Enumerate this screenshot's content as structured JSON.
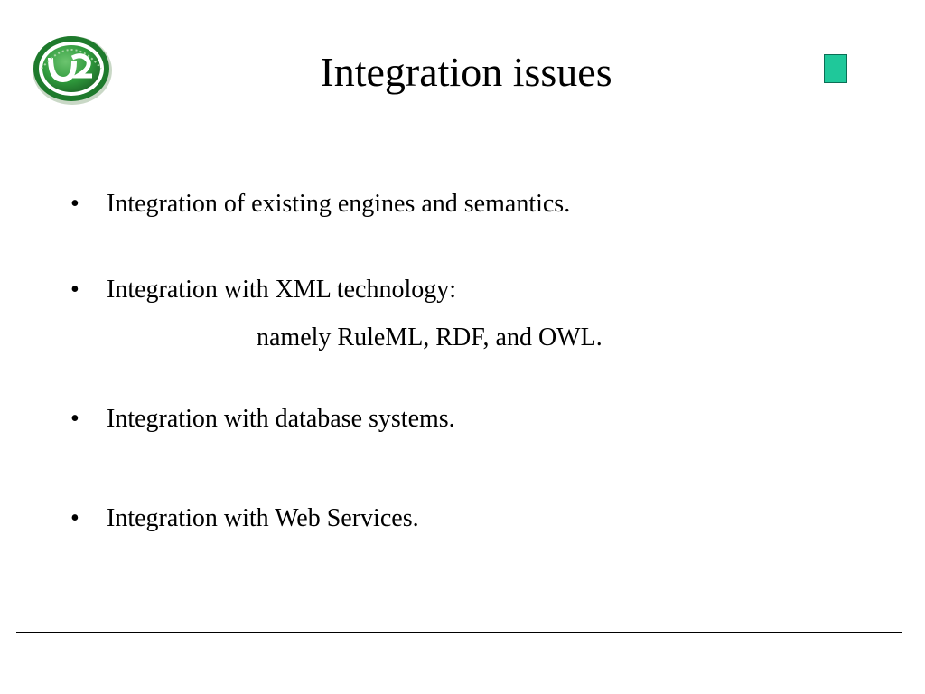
{
  "slide": {
    "title": "Integration issues",
    "logo": {
      "icon": "university-seal-icon",
      "monogram": "U2",
      "ring_color": "#1e7a2c",
      "inner_color": "#2f9a3c"
    },
    "marker_color": "#1fc89a",
    "bullets": [
      {
        "symbol": "•",
        "text": "Integration of existing engines and semantics."
      },
      {
        "symbol": "•",
        "text": "Integration with XML technology:"
      },
      {
        "symbol": "•",
        "text": "Integration with database systems."
      },
      {
        "symbol": "•",
        "text": "Integration with Web Services."
      }
    ],
    "sub_line": "namely RuleML, RDF, and OWL."
  }
}
